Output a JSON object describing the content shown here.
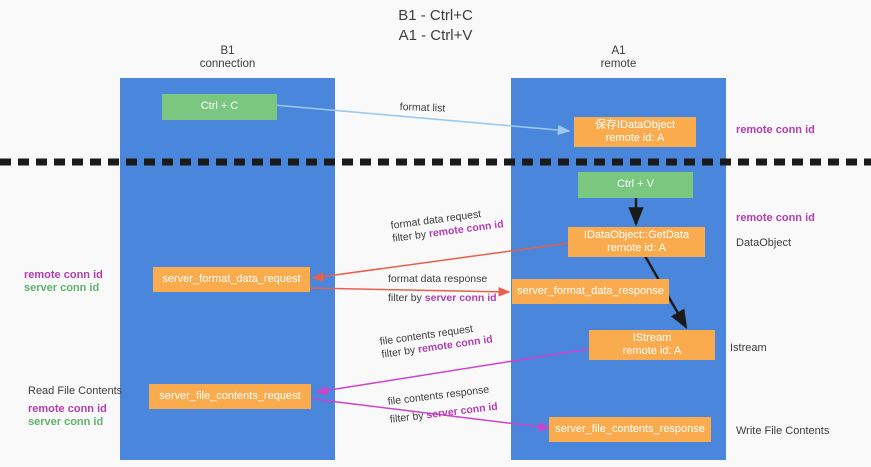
{
  "title": {
    "line1": "B1 - Ctrl+C",
    "line2": "A1 - Ctrl+V"
  },
  "columns": [
    {
      "id": "left",
      "name": "B1",
      "sub": "connection"
    },
    {
      "id": "right",
      "name": "A1",
      "sub": "remote"
    }
  ],
  "boxes": {
    "ctrl_c": {
      "label": "Ctrl + C"
    },
    "ctrl_v": {
      "label": "Ctrl + V"
    },
    "save_idataobject": {
      "line1": "保存IDataObject",
      "line2": "remote id: A"
    },
    "getdata": {
      "line1": "IDataObject::GetData",
      "line2": "remote id: A"
    },
    "istream": {
      "line1": "IStream",
      "line2": "remote id: A"
    },
    "server_format_data_request": {
      "label": "server_format_data_request"
    },
    "server_format_data_response": {
      "label": "server_format_data_response"
    },
    "server_file_contents_request": {
      "label": "server_file_contents_request"
    },
    "server_file_contents_response": {
      "label": "server_file_contents_response"
    }
  },
  "edge_labels": {
    "format_list": {
      "text": "format list"
    },
    "format_data_request": {
      "text": "format data request",
      "filter_prefix": "filter by ",
      "filter_key": "remote conn id"
    },
    "format_data_response": {
      "text": "format data response",
      "filter_prefix": "filter by ",
      "filter_key": "server conn id"
    },
    "file_contents_request": {
      "text": "file contents request",
      "filter_prefix": "filter by ",
      "filter_key": "remote conn id"
    },
    "file_contents_response": {
      "text": "file contents response",
      "filter_prefix": "filter by ",
      "filter_key": "server conn id"
    }
  },
  "right_labels": {
    "remote_conn_id_top": "remote conn id",
    "remote_conn_id_mid": "remote conn id",
    "dataobject": "DataObject",
    "istream": "Istream",
    "write_file_contents": "Write File Contents"
  },
  "left_labels": {
    "remote_conn_id_1": "remote conn id",
    "server_conn_id_1": "server conn id",
    "read_file_contents": "Read File Contents",
    "remote_conn_id_2": "remote conn id",
    "server_conn_id_2": "server conn id"
  },
  "colors": {
    "column_blue": "#4a86dc",
    "box_green": "#7ac77f",
    "box_orange": "#f9ab4e",
    "purple_text": "#b23fb2",
    "green_text": "#5fb36a",
    "arrow_lightblue": "#9bc9ef",
    "arrow_red": "#e8604c",
    "arrow_magenta": "#cc44cc",
    "arrow_black": "#1a1a1a",
    "background": "#f9f9f9"
  }
}
